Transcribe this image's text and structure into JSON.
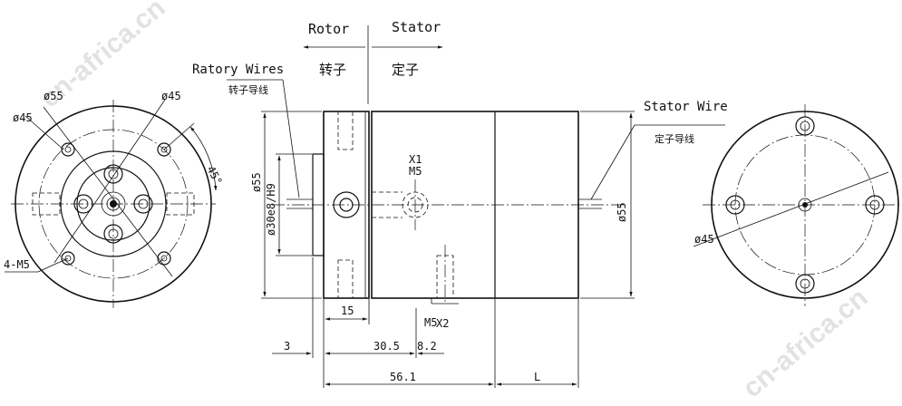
{
  "watermark": "cn-africa.cn",
  "labels": {
    "rotor": "Rotor",
    "stator": "Stator",
    "rotor_cn": "转子",
    "stator_cn": "定子",
    "ratory_wires": "Ratory Wires",
    "ratory_wires_cn": "转子导线",
    "stator_wire": "Stator Wire",
    "stator_wire_cn": "定子导线"
  },
  "left_view": {
    "dia55": "ø55",
    "dia45_a": "ø45",
    "dia45_b": "ø45",
    "angle": "45°",
    "thread": "4-M5"
  },
  "side_view": {
    "dia55_left": "ø55",
    "shaft_fit": "ø30e8/H9",
    "dia55_right": "ø55",
    "x1": "X1",
    "x1_thread": "M5",
    "x2": "X2",
    "x2_thread": "M5",
    "dim_15": "15",
    "dim_3": "3",
    "dim_30_5": "30.5",
    "dim_8_2": "8.2",
    "dim_56_1": "56.1",
    "dim_L": "L"
  },
  "right_view": {
    "dia45": "ø45"
  }
}
